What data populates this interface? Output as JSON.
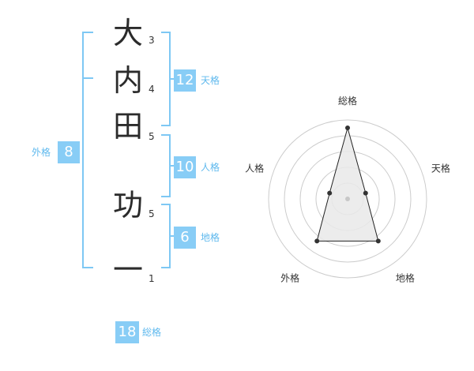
{
  "name": {
    "characters": [
      {
        "char": "大",
        "strokes": "3"
      },
      {
        "char": "内",
        "strokes": "4"
      },
      {
        "char": "田",
        "strokes": "5"
      },
      {
        "char": "功",
        "strokes": "5"
      },
      {
        "char": "一",
        "strokes": "1"
      }
    ]
  },
  "scores": {
    "tenkaku": {
      "value": "12",
      "label": "天格"
    },
    "jinkaku": {
      "value": "10",
      "label": "人格"
    },
    "chikaku": {
      "value": "6",
      "label": "地格"
    },
    "gaikaku": {
      "value": "8",
      "label": "外格"
    },
    "soukaku": {
      "value": "18",
      "label": "総格"
    }
  },
  "radar": {
    "axes": [
      "総格",
      "天格",
      "地格",
      "外格",
      "人格"
    ],
    "levels": [
      4.5,
      1.2,
      3.3,
      3.3,
      1.2
    ],
    "max": 5,
    "colors": {
      "grid": "#cccccc",
      "fill": "#e9e9e9",
      "line": "#222222",
      "point": "#333333",
      "center": "#c8c8c8"
    }
  }
}
